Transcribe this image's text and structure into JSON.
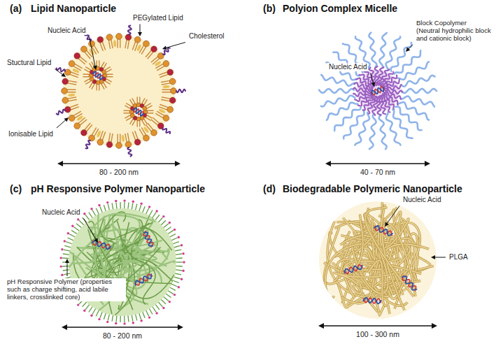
{
  "diagram": {
    "labels": [
      "(a)",
      "Lipid Nanoparticle",
      "PEGylated Lipid",
      "Nucleic Acid",
      "Cholesterol",
      "Stuctural Lipid",
      "Ionisable Lipid",
      "80 - 200 nm",
      "(b)",
      "Polyion Complex Micelle",
      "Block Copolymer (Neutral hydrophilic block and cationic block)",
      "Nucleic Acid",
      "40 - 70 nm",
      "(c)",
      "pH Responsive Polymer Nanoparticle",
      "Nucleic Acid",
      "pH Responsive Polymer (properties such as charge shifting, acid labile linkers, crosslinked core)",
      "80 - 200 nm",
      "(d)",
      "Biodegradable Polymeric Nanoparticle",
      "Nucleic Acid",
      "PLGA",
      "100 - 300 nm"
    ]
  }
}
